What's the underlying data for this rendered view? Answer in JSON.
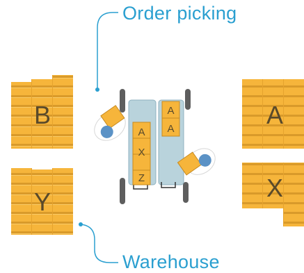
{
  "callouts": {
    "order_picking": "Order picking",
    "warehouse": "Warehouse"
  },
  "stacks": [
    {
      "id": "B",
      "letter": "B"
    },
    {
      "id": "A",
      "letter": "A"
    },
    {
      "id": "Y",
      "letter": "Y"
    },
    {
      "id": "X",
      "letter": "X"
    }
  ],
  "cart": {
    "left_column": [
      "A",
      "X",
      "Z"
    ],
    "right_column": [
      "A",
      "A"
    ]
  },
  "colors": {
    "box": "#f6b53b",
    "box_edge": "#c68a20",
    "letter": "#5a4a2a",
    "callout": "#2a9fd0",
    "cart_fill": "#b9d3dc",
    "wheel": "#5e5e5e",
    "robot_body": "#ffffff",
    "robot_head": "#5b92c6"
  }
}
